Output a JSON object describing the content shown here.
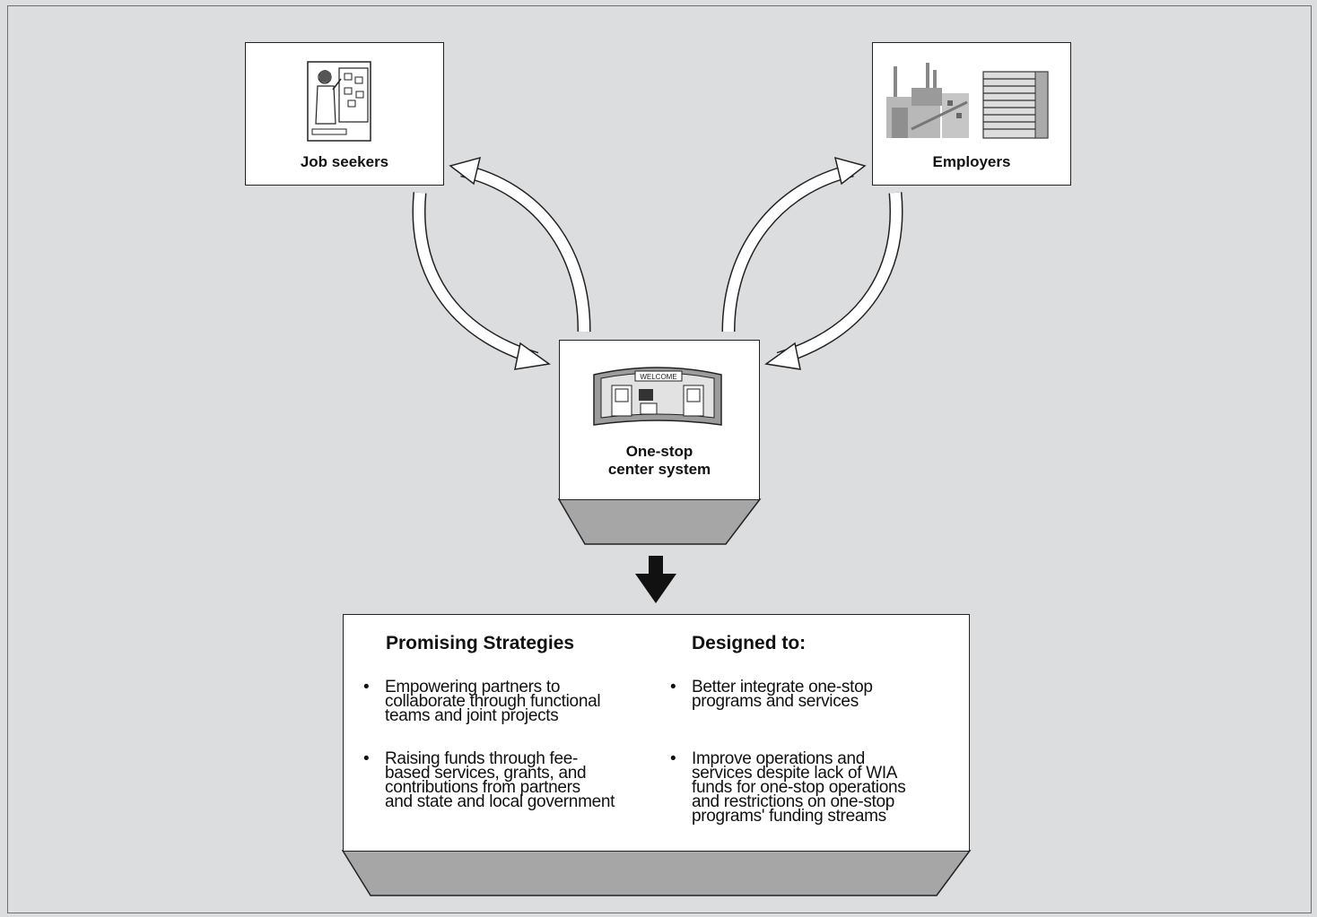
{
  "nodes": {
    "job_seekers": {
      "label": "Job seekers",
      "icon": "person-at-job-board-icon"
    },
    "employers": {
      "label": "Employers",
      "icon": "factory-and-office-building-icon"
    },
    "one_stop": {
      "label_line1": "One-stop",
      "label_line2": "center system",
      "icon": "welcome-center-icon",
      "sign_text": "WELCOME"
    }
  },
  "strategies": {
    "left_heading": "Promising Strategies",
    "right_heading": "Designed to:",
    "rows": [
      {
        "strategy": "Empowering partners to\ncollaborate through functional\nteams and joint projects",
        "goal": "Better integrate one-stop\nprograms and services"
      },
      {
        "strategy": "Raising funds through fee-\nbased services, grants, and\ncontributions from partners\nand state and local government",
        "goal": "Improve operations and\nservices despite lack of WIA\nfunds for one-stop operations\nand restrictions on one-stop\nprograms' funding streams"
      }
    ]
  },
  "colors": {
    "background": "#dcdddf",
    "base_fill": "#a6a6a6",
    "box_fill": "#ffffff",
    "outline": "#222222"
  }
}
